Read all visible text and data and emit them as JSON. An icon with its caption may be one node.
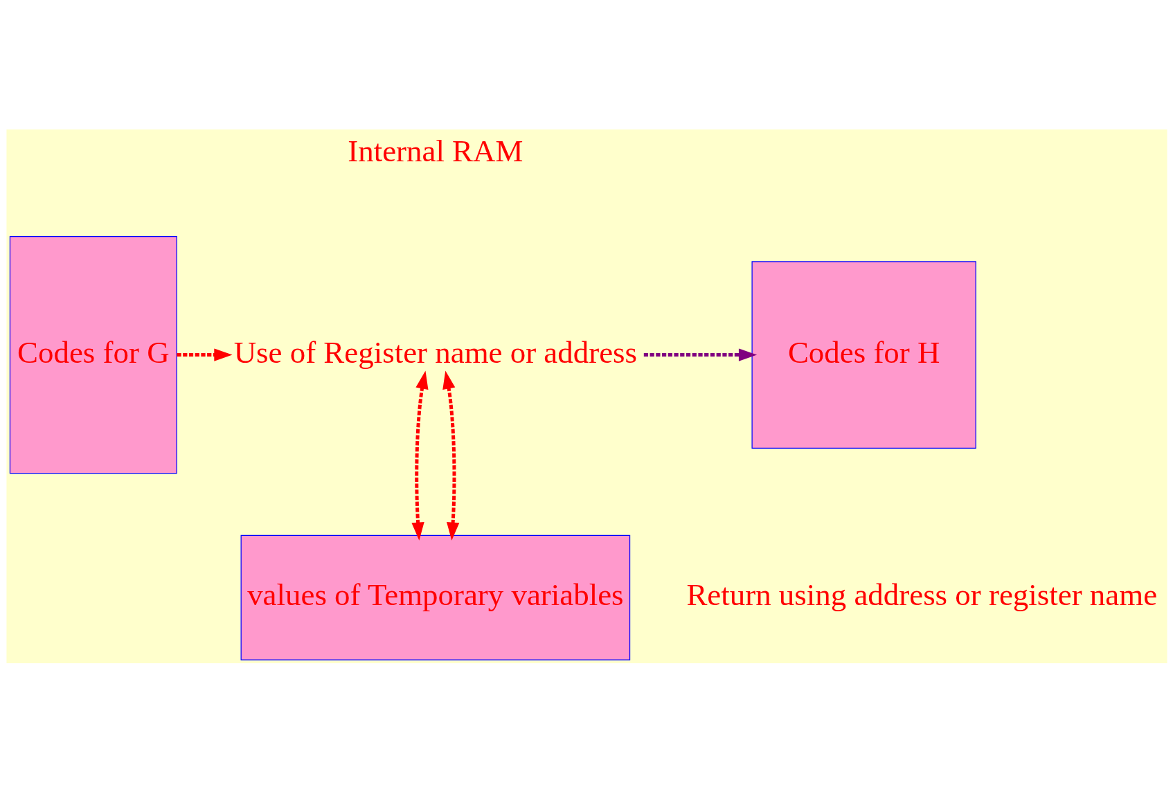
{
  "diagram": {
    "nodes": [
      {
        "text": [
          "Codes for G"
        ]
      },
      {
        "text": [
          "Use of Register name or address"
        ]
      },
      {
        "text": [
          "Codes for H"
        ]
      },
      {
        "text": [
          "values of Temporary variables"
        ]
      }
    ],
    "edges": [
      {
        "from": 0,
        "to": 1,
        "arrow": "to",
        "style": "dashed"
      },
      {
        "from": 1,
        "to": 2,
        "arrow": "to",
        "style": "dashed",
        "color": "#800080"
      },
      {
        "from": 1,
        "to": 3,
        "arrow": "both",
        "style": "dashed"
      },
      {
        "from": 1,
        "to": 3,
        "arrow": "both",
        "style": "dashed"
      }
    ],
    "labels": [
      "Internal RAM",
      "Return using address or register name"
    ]
  }
}
